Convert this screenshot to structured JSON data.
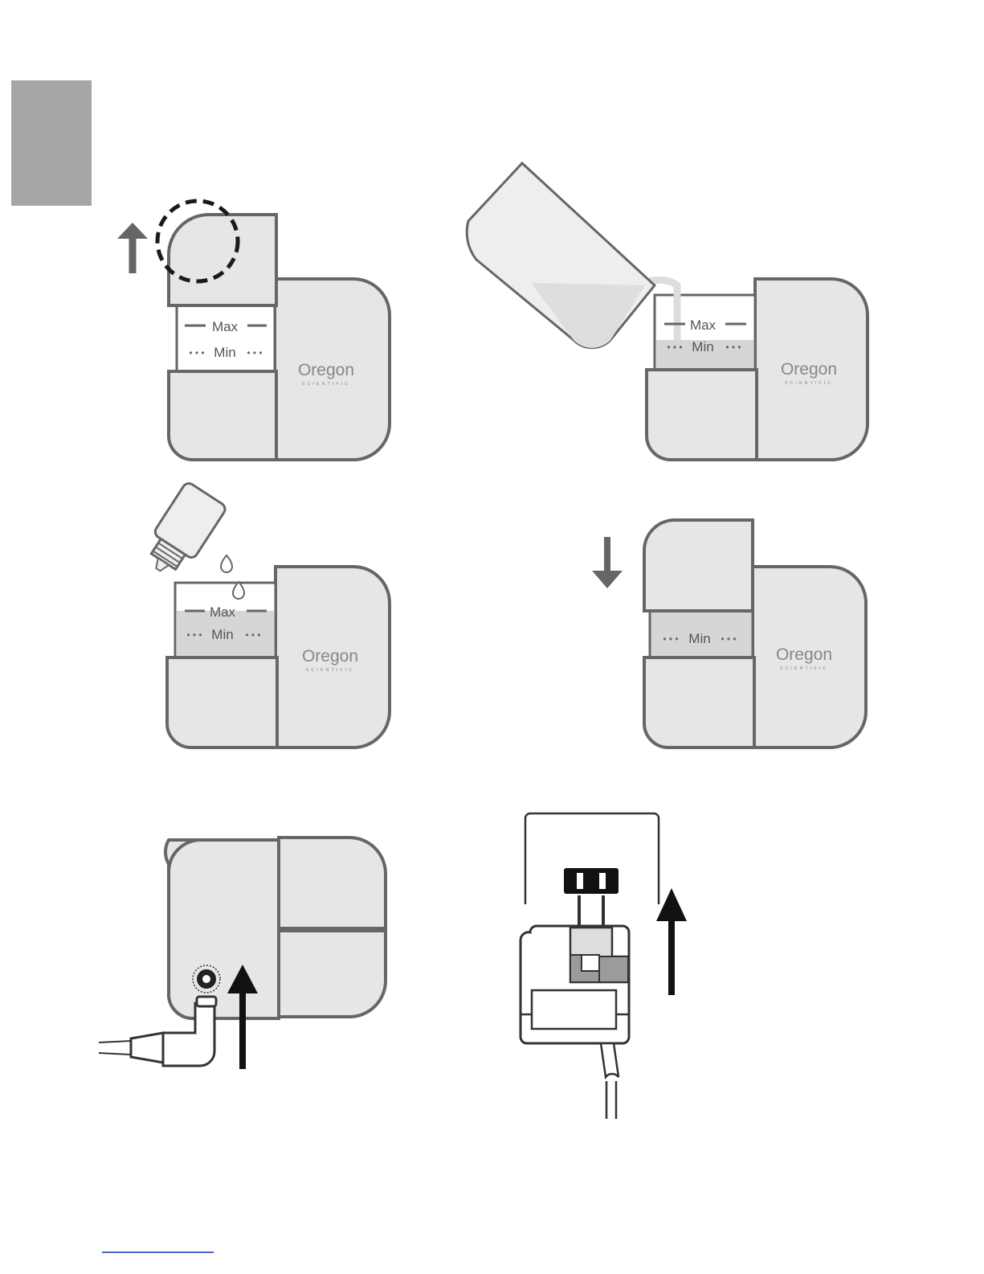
{
  "tank": {
    "max_label": "Max",
    "min_label": "Min",
    "min_dots": "• • •"
  },
  "brand": {
    "name": "Oregon",
    "tagline": "SCIENTIFIC"
  },
  "colors": {
    "body_fill": "#e6e6e6",
    "outline": "#666666",
    "water": "#d6d6d6",
    "arrow": "#666666",
    "sidetab": "#a6a6a6",
    "footer_rule": "#4a66c7"
  }
}
